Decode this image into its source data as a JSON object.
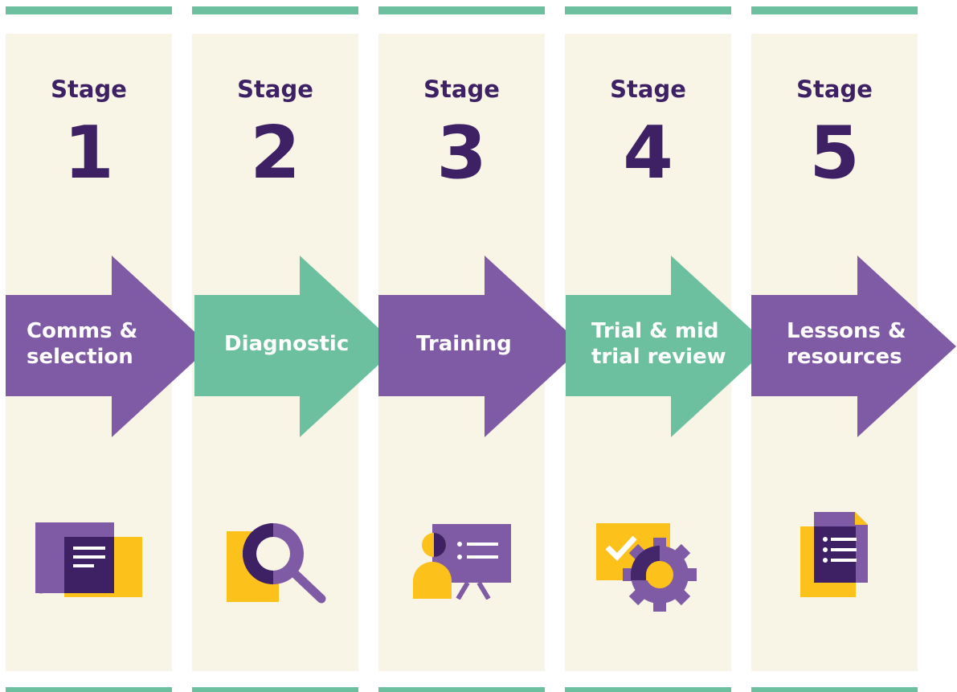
{
  "stage_word": "Stage",
  "stages": [
    {
      "number": "1",
      "label": "Comms &\nselection",
      "arrow_color": "#7f5ba5",
      "icon": "comment-document-icon"
    },
    {
      "number": "2",
      "label": "Diagnostic",
      "arrow_color": "#6cc0a0",
      "icon": "magnifier-icon"
    },
    {
      "number": "3",
      "label": "Training",
      "arrow_color": "#7f5ba5",
      "icon": "presenter-board-icon"
    },
    {
      "number": "4",
      "label": "Trial & mid\ntrial review",
      "arrow_color": "#6cc0a0",
      "icon": "checkmark-gear-icon"
    },
    {
      "number": "5",
      "label": "Lessons &\nresources",
      "arrow_color": "#7f5ba5",
      "icon": "document-list-icon"
    }
  ],
  "colors": {
    "purple_dark": "#3d2164",
    "purple": "#7f5ba5",
    "green": "#6cc0a0",
    "yellow": "#fcc21b",
    "panel": "#f8f4e6"
  }
}
